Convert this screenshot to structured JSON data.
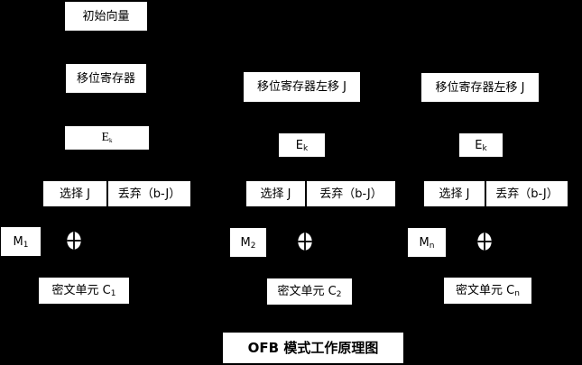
{
  "diagram": {
    "title": "OFB 模式工作原理图",
    "colors": {
      "background": "#000000",
      "box_fill": "#ffffff",
      "text": "#000000"
    },
    "col1": {
      "initial_vector": "初始向量",
      "shift_register": "移位寄存器",
      "cipher": {
        "base": "E",
        "sub": "k"
      },
      "select": "选择 J",
      "discard": "丢弃（b-J）",
      "message": {
        "base": "M",
        "sub": "1"
      },
      "cipher_unit": {
        "base": "密文单元 C",
        "sub": "1"
      }
    },
    "col2": {
      "shift_register": "移位寄存器左移 J",
      "cipher": {
        "base": "E",
        "sub": "k"
      },
      "select": "选择 J",
      "discard": "丢弃（b-J）",
      "message": {
        "base": "M",
        "sub": "2"
      },
      "cipher_unit": {
        "base": "密文单元 C",
        "sub": "2"
      }
    },
    "col3": {
      "shift_register": "移位寄存器左移 J",
      "cipher": {
        "base": "E",
        "sub": "k"
      },
      "select": "选择 J",
      "discard": "丢弃（b-J）",
      "message": {
        "base": "M",
        "sub": "n"
      },
      "cipher_unit": {
        "base": "密文单元 C",
        "sub": "n"
      }
    }
  }
}
